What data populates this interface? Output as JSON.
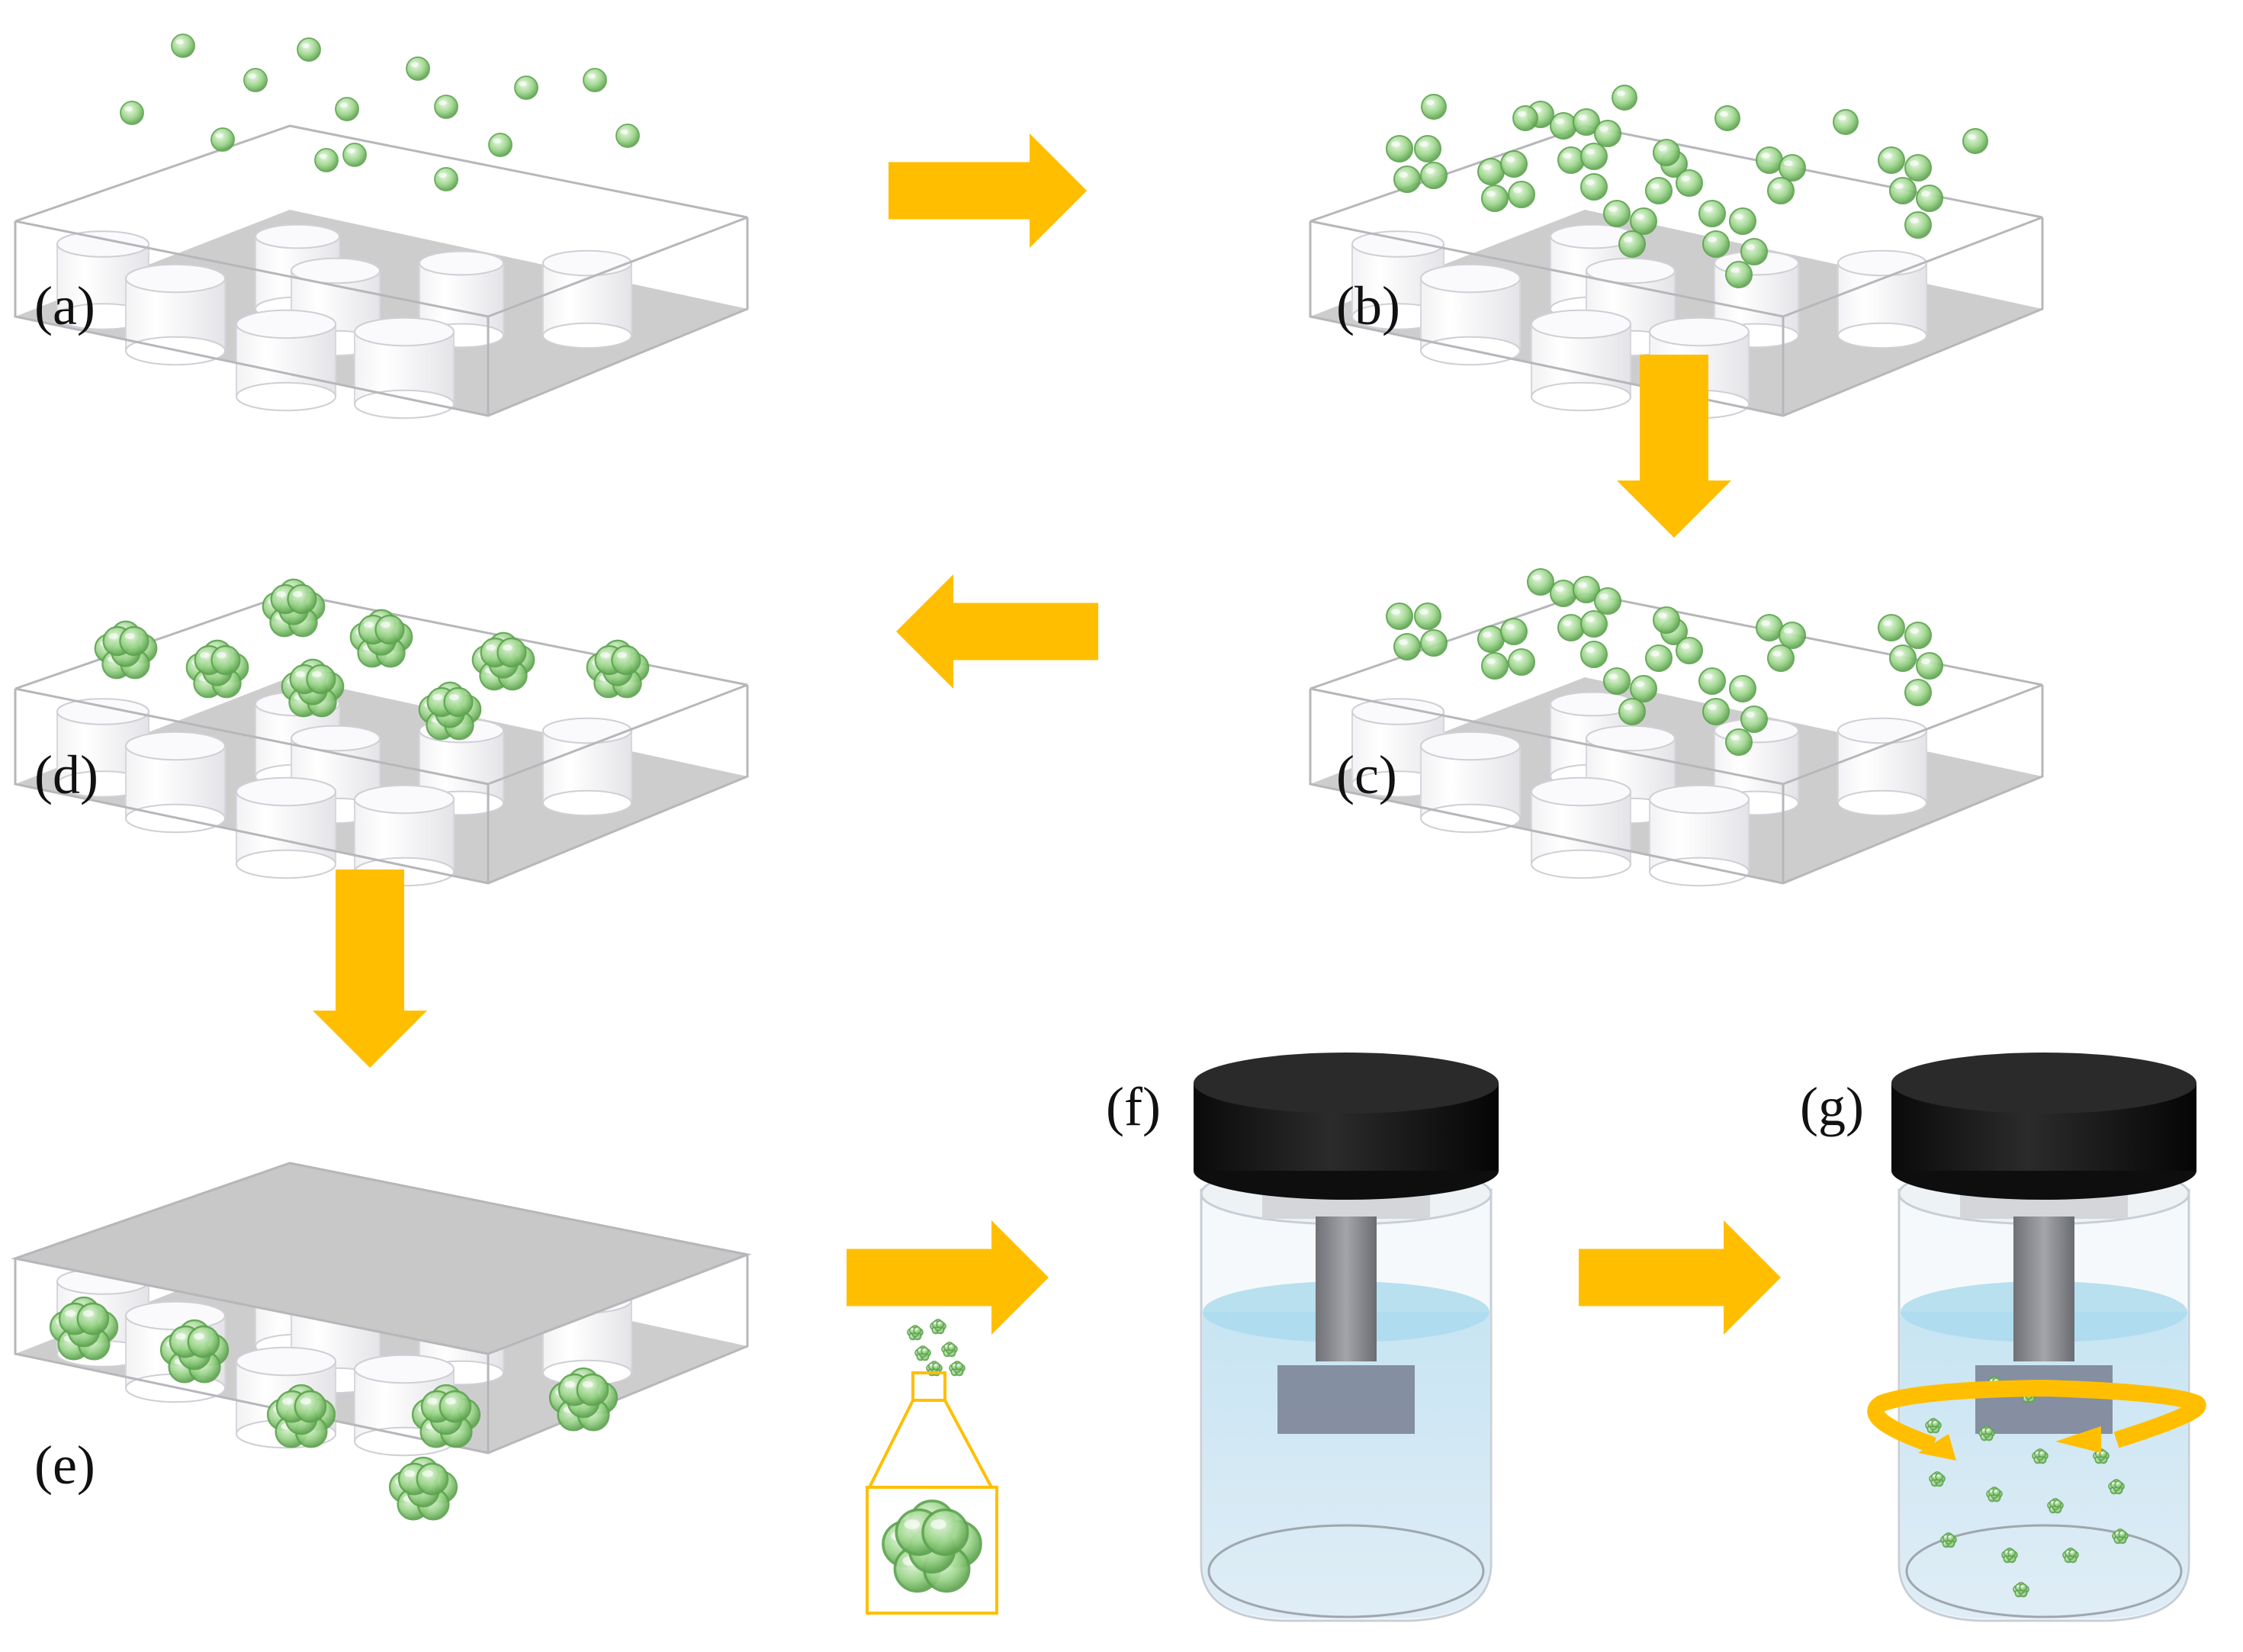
{
  "labels": {
    "a": "(a)",
    "b": "(b)",
    "c": "(c)",
    "d": "(d)",
    "e": "(e)",
    "f": "(f)",
    "g": "(g)"
  },
  "colors": {
    "arrow": "#FFBF00",
    "cell_fill": "#9BD58A",
    "cell_stroke": "#5EA350",
    "plate_floor": "#C9C8C9",
    "plate_edge": "#B7B7BB",
    "cap": "#151515",
    "liquid": "#CFE6F3",
    "shaft": "#8E9095"
  },
  "icons": {
    "arrow": "process-arrow-icon",
    "cell": "cell-sphere-icon",
    "spheroid": "spheroid-icon",
    "rotation": "rotation-arrow-icon"
  }
}
